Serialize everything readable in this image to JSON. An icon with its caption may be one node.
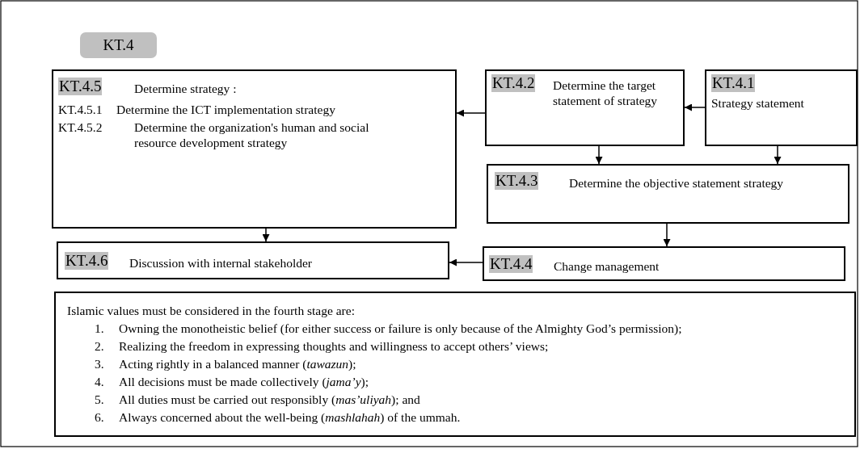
{
  "diagram": {
    "nodes": [
      {
        "text": [
          "KT.4"
        ]
      },
      {
        "text": [
          "KT.4.5",
          "Determine strategy :",
          "KT.4.5.1",
          "Determine the ICT implementation strategy",
          "KT.4.5.2",
          "Determine the organization's human and social resource development strategy"
        ]
      },
      {
        "text": [
          "KT.4.2",
          "Determine the target statement of strategy"
        ]
      },
      {
        "text": [
          "KT.4.1",
          "Strategy statement"
        ]
      },
      {
        "text": [
          "KT.4.3",
          "Determine the objective statement strategy"
        ]
      },
      {
        "text": [
          "KT.4.6",
          "Discussion with internal stakeholder"
        ]
      },
      {
        "text": [
          "KT.4.4",
          "Change management"
        ]
      },
      {
        "text": [
          "Islamic values must be considered in the fourth stage are:",
          "1.",
          "Owning the monotheistic belief (for either success or failure is only because of the Almighty God’s permission);",
          "2.",
          "Realizing the freedom in expressing thoughts and willingness to accept others’ views;",
          "3.",
          "Acting rightly in a balanced manner (*tawazun*);",
          "4.",
          "All decisions must be made collectively (*jama’y*);",
          "5.",
          "All duties must be carried out responsibly (*mas’uliyah*); and",
          "6.",
          "Always concerned about the well-being (*mashlahah*) of the ummah."
        ]
      }
    ],
    "edges": [
      {
        "from": 3,
        "to": 2,
        "arrow": "to"
      },
      {
        "from": 2,
        "to": 1,
        "arrow": "to"
      },
      {
        "from": 2,
        "to": 4,
        "arrow": "to"
      },
      {
        "from": 3,
        "to": 4,
        "arrow": "to"
      },
      {
        "from": 4,
        "to": 6,
        "arrow": "to"
      },
      {
        "from": 1,
        "to": 5,
        "arrow": "to"
      },
      {
        "from": 6,
        "to": 5,
        "arrow": "to"
      }
    ]
  }
}
